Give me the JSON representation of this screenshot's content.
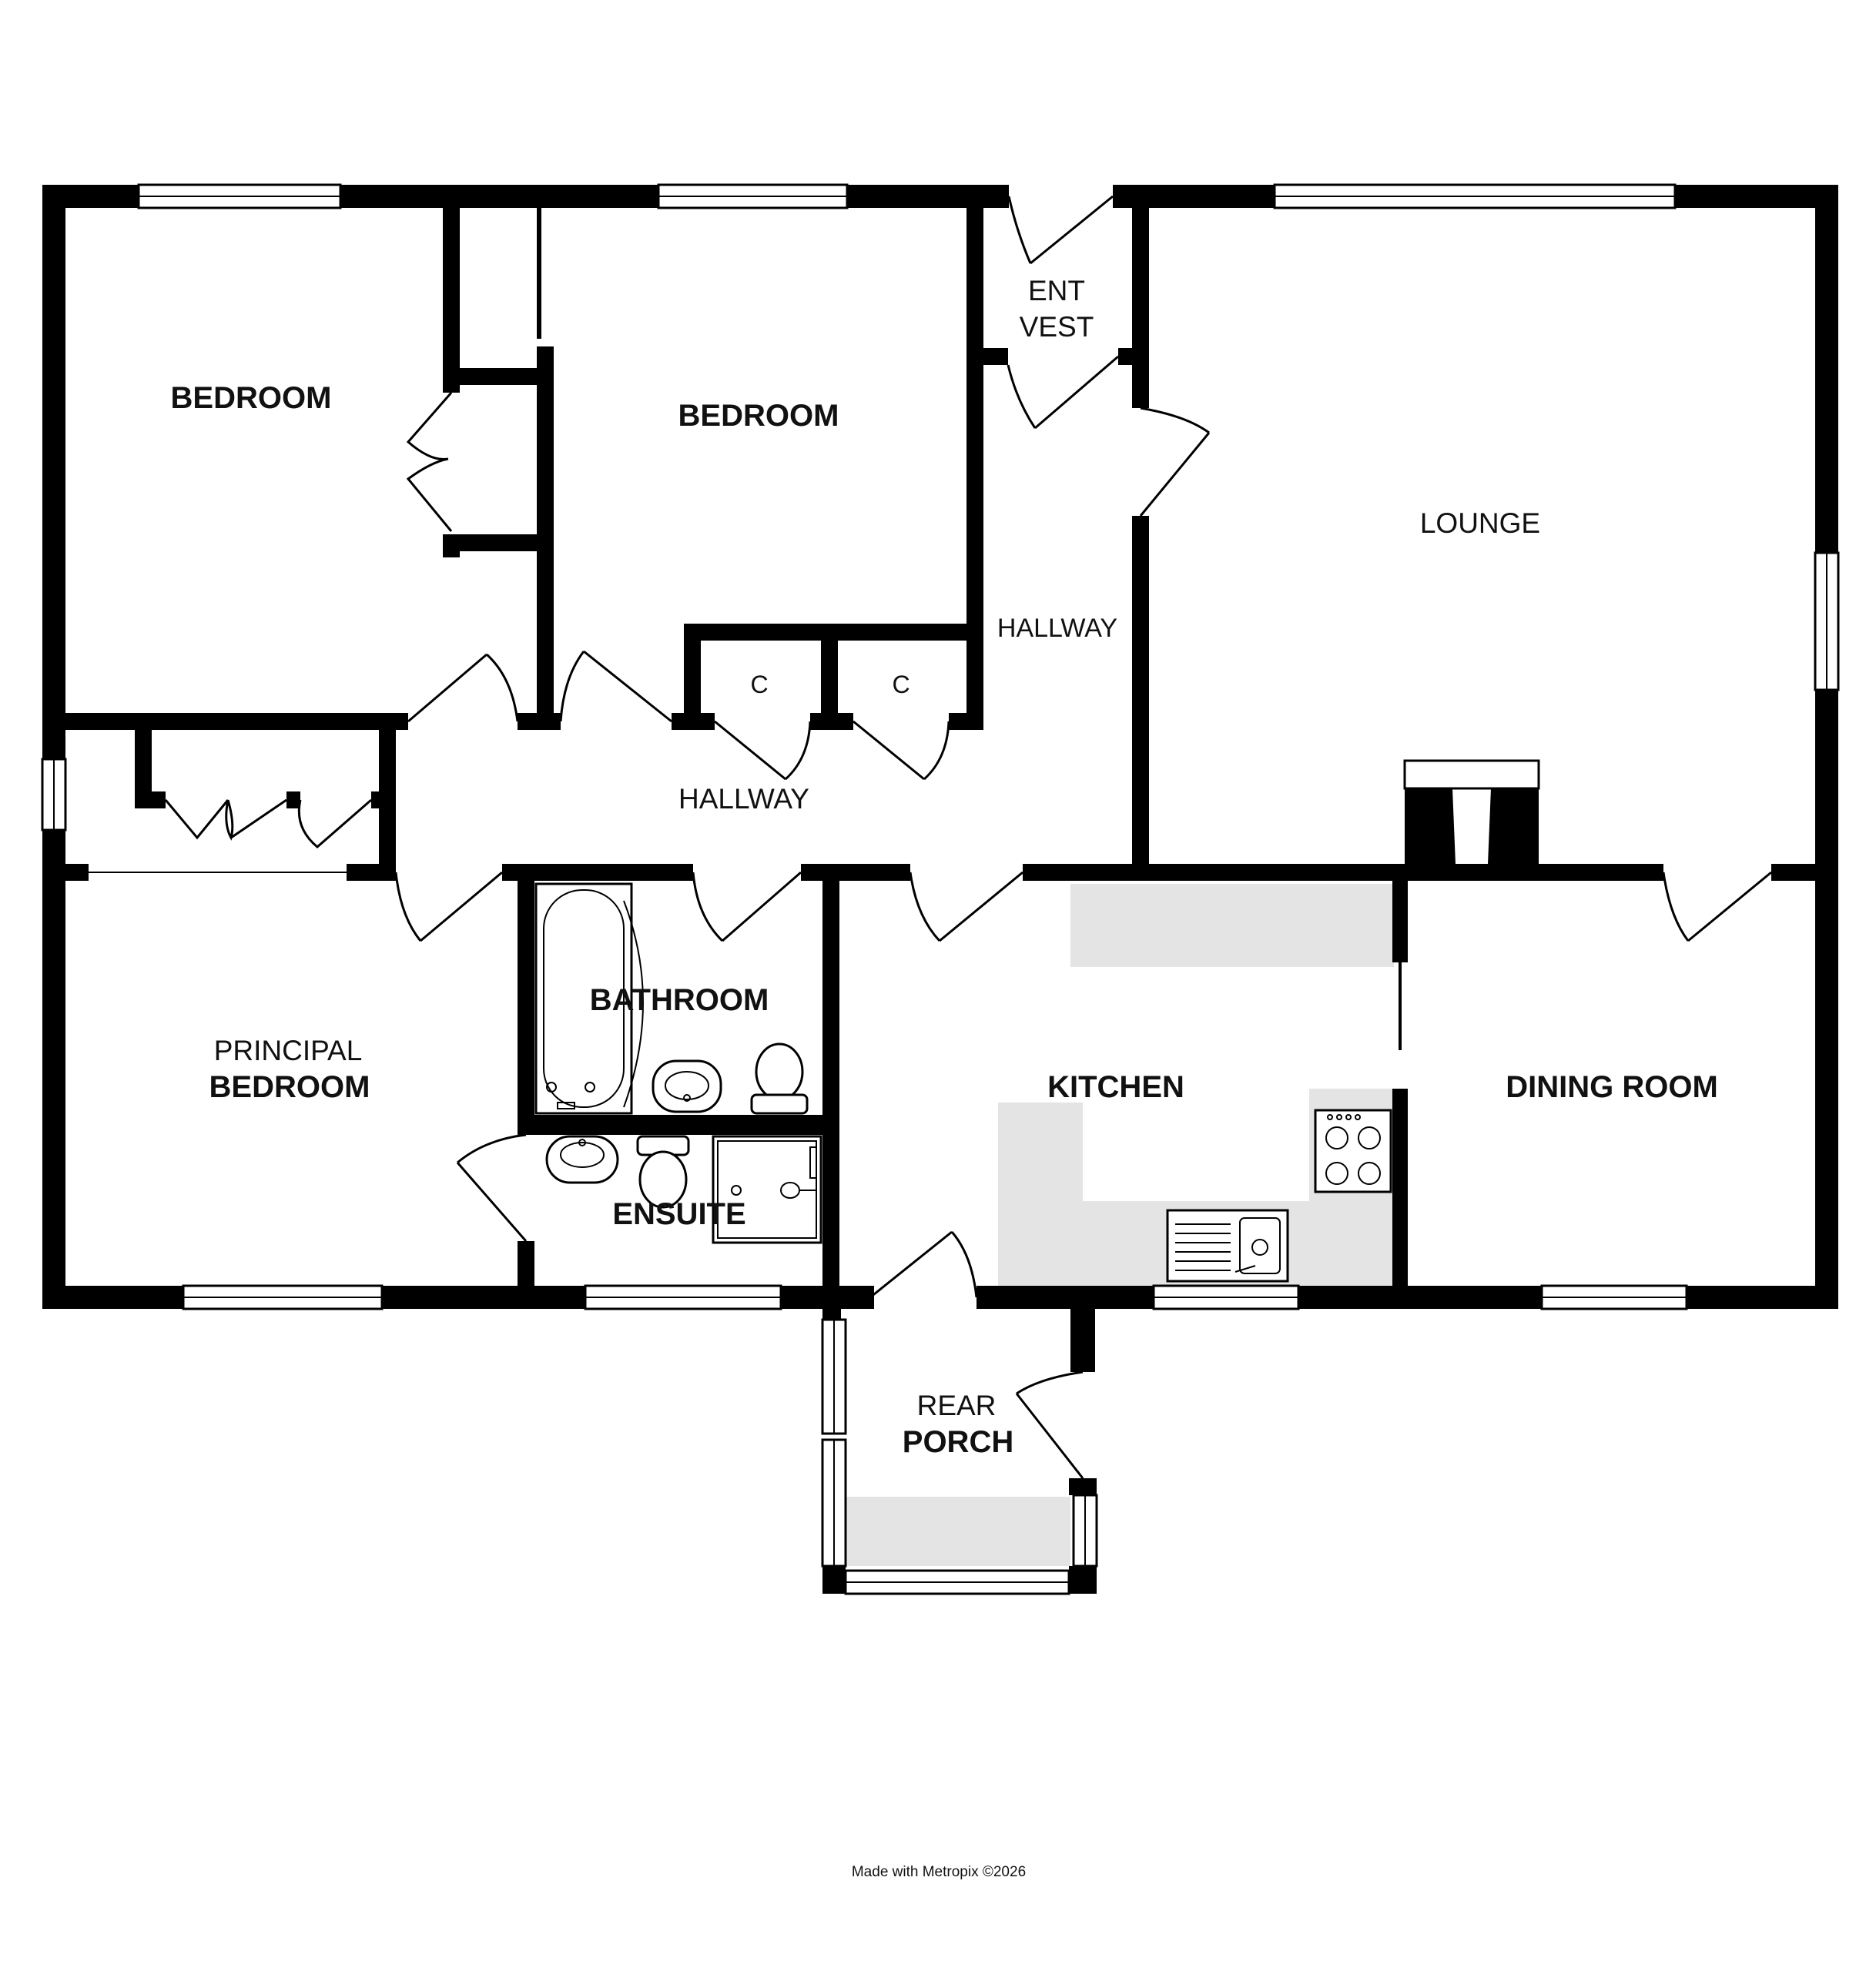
{
  "rooms": {
    "bedroom_left": "BEDROOM",
    "bedroom_middle": "BEDROOM",
    "ent_vest_line1": "ENT",
    "ent_vest_line2": "VEST",
    "lounge": "LOUNGE",
    "hallway_right": "HALLWAY",
    "hallway_main": "HALLWAY",
    "cupboard_1": "C",
    "cupboard_2": "C",
    "principal_line1": "PRINCIPAL",
    "principal_line2": "BEDROOM",
    "bathroom": "BATHROOM",
    "ensuite": "ENSUITE",
    "kitchen": "KITCHEN",
    "dining_room": "DINING ROOM",
    "rear_porch_line1": "REAR",
    "rear_porch_line2": "PORCH"
  },
  "footer": {
    "credit": "Made with Metropix ©2026"
  }
}
